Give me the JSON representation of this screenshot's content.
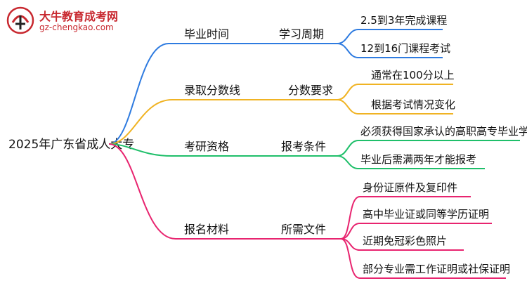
{
  "logo": {
    "title": "大牛教育成考网",
    "url": "gz-chengkao.com"
  },
  "root": {
    "label": "2025年广东省成人大专"
  },
  "branches": [
    {
      "color": "#2e7be0",
      "label": "毕业时间",
      "sublabel": "学习周期",
      "leaves": [
        "2.5到3年完成课程",
        "12到16门课程考试"
      ]
    },
    {
      "color": "#f0b323",
      "label": "录取分数线",
      "sublabel": "分数要求",
      "leaves": [
        "通常在100分以上",
        "根据考试情况变化"
      ]
    },
    {
      "color": "#1fbf6a",
      "label": "考研资格",
      "sublabel": "报考条件",
      "leaves": [
        "必须获得国家承认的高职高专毕业学历",
        "毕业后需满两年才能报考"
      ]
    },
    {
      "color": "#e8246f",
      "label": "报名材料",
      "sublabel": "所需文件",
      "leaves": [
        "身份证原件及复印件",
        "高中毕业证或同等学历证明",
        "近期免冠彩色照片",
        "部分专业需工作证明或社保证明"
      ]
    }
  ]
}
